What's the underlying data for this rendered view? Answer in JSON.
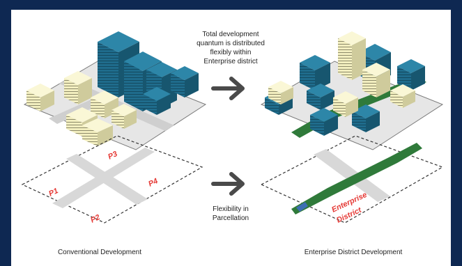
{
  "annotations": {
    "top_arrow_text": [
      "Total development",
      "quantum is distributed",
      "flexibly within",
      "Enterprise district"
    ],
    "bottom_arrow_text": [
      "Flexibility in",
      "Parcellation"
    ]
  },
  "captions": {
    "left": "Conventional Development",
    "right": "Enterprise District Development"
  },
  "parcels": {
    "p1": "P1",
    "p2": "P2",
    "p3": "P3",
    "p4": "P4"
  },
  "district_label": [
    "Enterprise",
    "District"
  ],
  "colors": {
    "frame": "#0e2852",
    "background": "#ffffff",
    "teal_building": "#1f6c8c",
    "cream_building": "#f3efc0",
    "green_corridor": "#2f7a3a",
    "road": "#d8d8d8",
    "parcel_label": "#e53935",
    "arrow": "#4a4a4a"
  },
  "icons": [
    "arrow-right-icon",
    "arrow-right-icon"
  ]
}
